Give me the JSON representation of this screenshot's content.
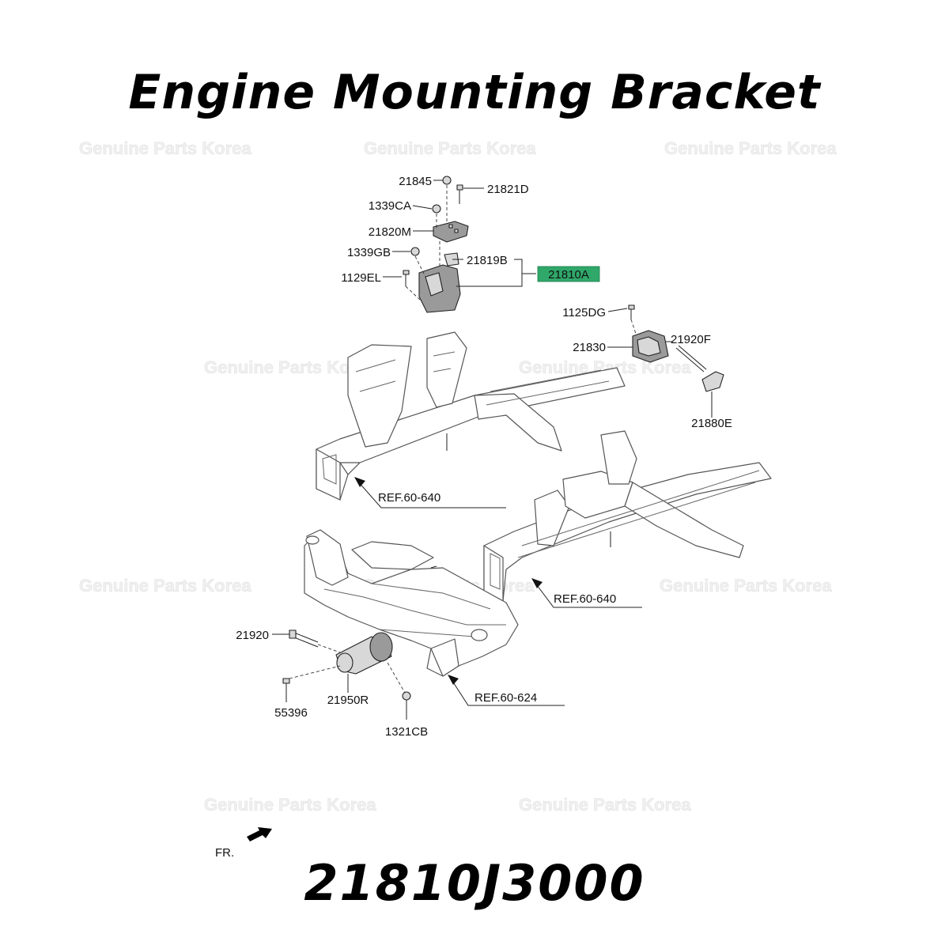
{
  "title": "Engine Mounting Bracket",
  "part_number": "21810J3000",
  "watermark": "Genuine Parts Korea",
  "highlight_color": "#2fa86a",
  "labels": {
    "l21845": "21845",
    "l21821D": "21821D",
    "l1339CA": "1339CA",
    "l21820M": "21820M",
    "l1339GB": "1339GB",
    "l21819B": "21819B",
    "l21810A": "21810A",
    "l1129EL": "1129EL",
    "l1125DG": "1125DG",
    "l21830": "21830",
    "l21920F": "21920F",
    "l21880E": "21880E",
    "l21920": "21920",
    "l55396": "55396",
    "l21950R": "21950R",
    "l1321CB": "1321CB"
  },
  "refs": {
    "ref1": "REF.60-640",
    "ref2": "REF.60-640",
    "ref3": "REF.60-624"
  },
  "front_label": "FR."
}
